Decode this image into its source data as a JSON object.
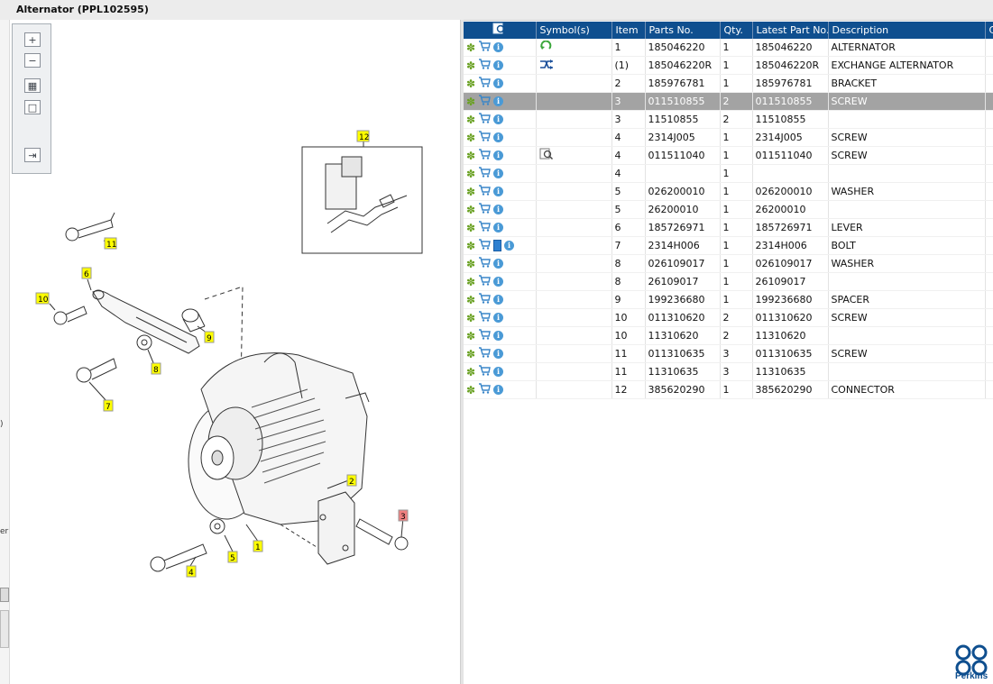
{
  "window": {
    "title": "Alternator (PPL102595)"
  },
  "left_strip": {
    "fragment_a": ")",
    "fragment_b": "er"
  },
  "toolbar": {
    "zoom_in": "+",
    "zoom_out": "−",
    "fit": "▦",
    "actual": "□",
    "export": "⇥"
  },
  "diagram": {
    "callouts": [
      "1",
      "2",
      "3",
      "4",
      "5",
      "6",
      "7",
      "8",
      "9",
      "10",
      "11",
      "12"
    ]
  },
  "grid": {
    "headers": {
      "symbols": "Symbol(s)",
      "item": "Item",
      "part_no": "Parts No.",
      "qty": "Qty.",
      "latest": "Latest Part No.",
      "description": "Description",
      "extra": "C"
    },
    "rows": [
      {
        "item": "1",
        "part_no": "185046220",
        "qty": "1",
        "latest": "185046220",
        "description": "ALTERNATOR",
        "symbol": "recycle-icon",
        "selected": false,
        "doc": false
      },
      {
        "item": "(1)",
        "part_no": "185046220R",
        "qty": "1",
        "latest": "185046220R",
        "description": "EXCHANGE ALTERNATOR",
        "symbol": "exchange-icon",
        "selected": false,
        "doc": false
      },
      {
        "item": "2",
        "part_no": "185976781",
        "qty": "1",
        "latest": "185976781",
        "description": "BRACKET",
        "symbol": "",
        "selected": false,
        "doc": false
      },
      {
        "item": "3",
        "part_no": "011510855",
        "qty": "2",
        "latest": "011510855",
        "description": "SCREW",
        "symbol": "",
        "selected": true,
        "doc": false
      },
      {
        "item": "3",
        "part_no": "11510855",
        "qty": "2",
        "latest": "11510855",
        "description": "",
        "symbol": "",
        "selected": false,
        "doc": false
      },
      {
        "item": "4",
        "part_no": "2314J005",
        "qty": "1",
        "latest": "2314J005",
        "description": "SCREW",
        "symbol": "",
        "selected": false,
        "doc": false
      },
      {
        "item": "4",
        "part_no": "011511040",
        "qty": "1",
        "latest": "011511040",
        "description": "SCREW",
        "symbol": "magnify-icon",
        "selected": false,
        "doc": false
      },
      {
        "item": "4",
        "part_no": "",
        "qty": "1",
        "latest": "",
        "description": "",
        "symbol": "",
        "selected": false,
        "doc": false
      },
      {
        "item": "5",
        "part_no": "026200010",
        "qty": "1",
        "latest": "026200010",
        "description": "WASHER",
        "symbol": "",
        "selected": false,
        "doc": false
      },
      {
        "item": "5",
        "part_no": "26200010",
        "qty": "1",
        "latest": "26200010",
        "description": "",
        "symbol": "",
        "selected": false,
        "doc": false
      },
      {
        "item": "6",
        "part_no": "185726971",
        "qty": "1",
        "latest": "185726971",
        "description": "LEVER",
        "symbol": "",
        "selected": false,
        "doc": false
      },
      {
        "item": "7",
        "part_no": "2314H006",
        "qty": "1",
        "latest": "2314H006",
        "description": "BOLT",
        "symbol": "",
        "selected": false,
        "doc": true
      },
      {
        "item": "8",
        "part_no": "026109017",
        "qty": "1",
        "latest": "026109017",
        "description": "WASHER",
        "symbol": "",
        "selected": false,
        "doc": false
      },
      {
        "item": "8",
        "part_no": "26109017",
        "qty": "1",
        "latest": "26109017",
        "description": "",
        "symbol": "",
        "selected": false,
        "doc": false
      },
      {
        "item": "9",
        "part_no": "199236680",
        "qty": "1",
        "latest": "199236680",
        "description": "SPACER",
        "symbol": "",
        "selected": false,
        "doc": false
      },
      {
        "item": "10",
        "part_no": "011310620",
        "qty": "2",
        "latest": "011310620",
        "description": "SCREW",
        "symbol": "",
        "selected": false,
        "doc": false
      },
      {
        "item": "10",
        "part_no": "11310620",
        "qty": "2",
        "latest": "11310620",
        "description": "",
        "symbol": "",
        "selected": false,
        "doc": false
      },
      {
        "item": "11",
        "part_no": "011310635",
        "qty": "3",
        "latest": "011310635",
        "description": "SCREW",
        "symbol": "",
        "selected": false,
        "doc": false
      },
      {
        "item": "11",
        "part_no": "11310635",
        "qty": "3",
        "latest": "11310635",
        "description": "",
        "symbol": "",
        "selected": false,
        "doc": false
      },
      {
        "item": "12",
        "part_no": "385620290",
        "qty": "1",
        "latest": "385620290",
        "description": "CONNECTOR",
        "symbol": "",
        "selected": false,
        "doc": false
      }
    ]
  },
  "logo": {
    "text": "Perkins",
    "brand_color": "#0f4f8f"
  },
  "colors": {
    "header": "#0f4f8f",
    "selected_row": "#a3a3a3",
    "callout": "#ffff00",
    "callout_highlight": "#f08080",
    "add_icon": "#6aa123",
    "info_icon": "#4a9ad6"
  }
}
